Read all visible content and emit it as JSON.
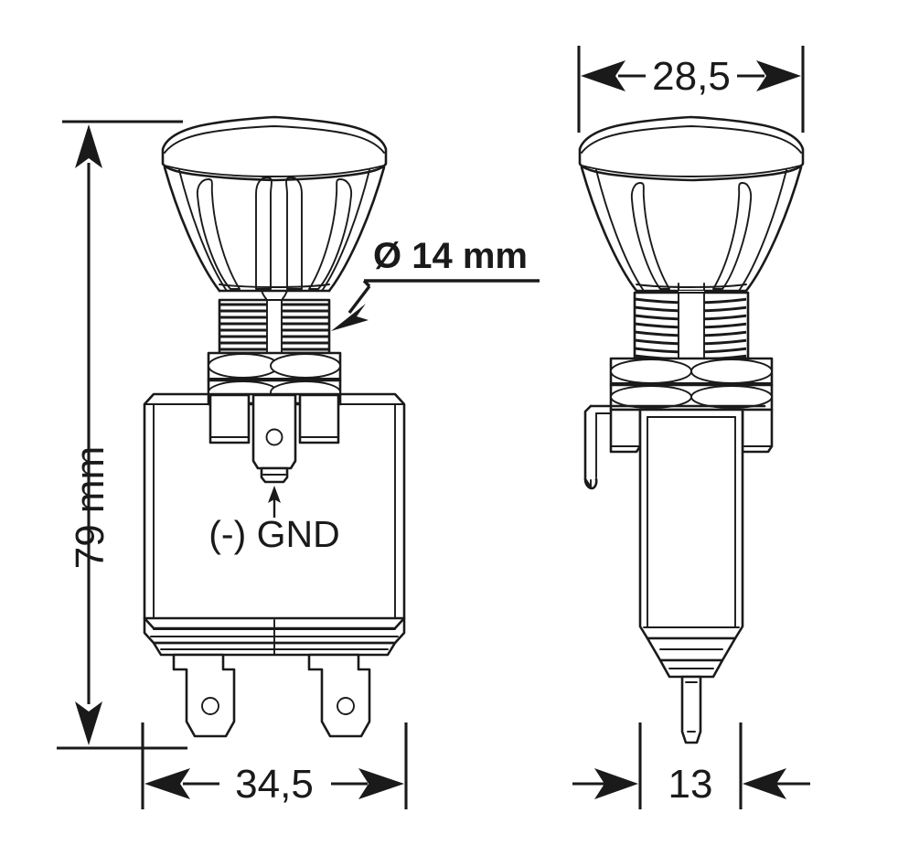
{
  "drawing": {
    "title": "Pull switch technical dimension drawing",
    "units": "mm",
    "stroke_color": "#1a1a1a",
    "background_color": "#ffffff",
    "views": [
      {
        "name": "front-view",
        "description": "Front elevation of pull switch with knob, threaded bushing, body and spade terminals"
      },
      {
        "name": "side-view",
        "description": "Side elevation of pull switch with knob, threaded bushing, mounting bracket and plunger"
      }
    ]
  },
  "dimensions": {
    "height_front": {
      "value": "79 mm",
      "name": "overall-height-dimension",
      "orientation": "vertical",
      "view": "front-view"
    },
    "width_front": {
      "value": "34,5",
      "name": "overall-width-dimension",
      "orientation": "horizontal",
      "view": "front-view"
    },
    "width_side_top": {
      "value": "28,5",
      "name": "knob-diameter-dimension",
      "orientation": "horizontal",
      "view": "side-view"
    },
    "width_side_bottom": {
      "value": "13",
      "name": "body-depth-dimension",
      "orientation": "horizontal",
      "view": "side-view"
    }
  },
  "callouts": {
    "thread_diameter": {
      "text": "Ø 14 mm",
      "name": "thread-diameter-callout",
      "points_to": "threaded-bushing"
    },
    "ground_terminal": {
      "text": "(-) GND",
      "name": "ground-terminal-callout",
      "points_to": "ground-terminal"
    }
  }
}
